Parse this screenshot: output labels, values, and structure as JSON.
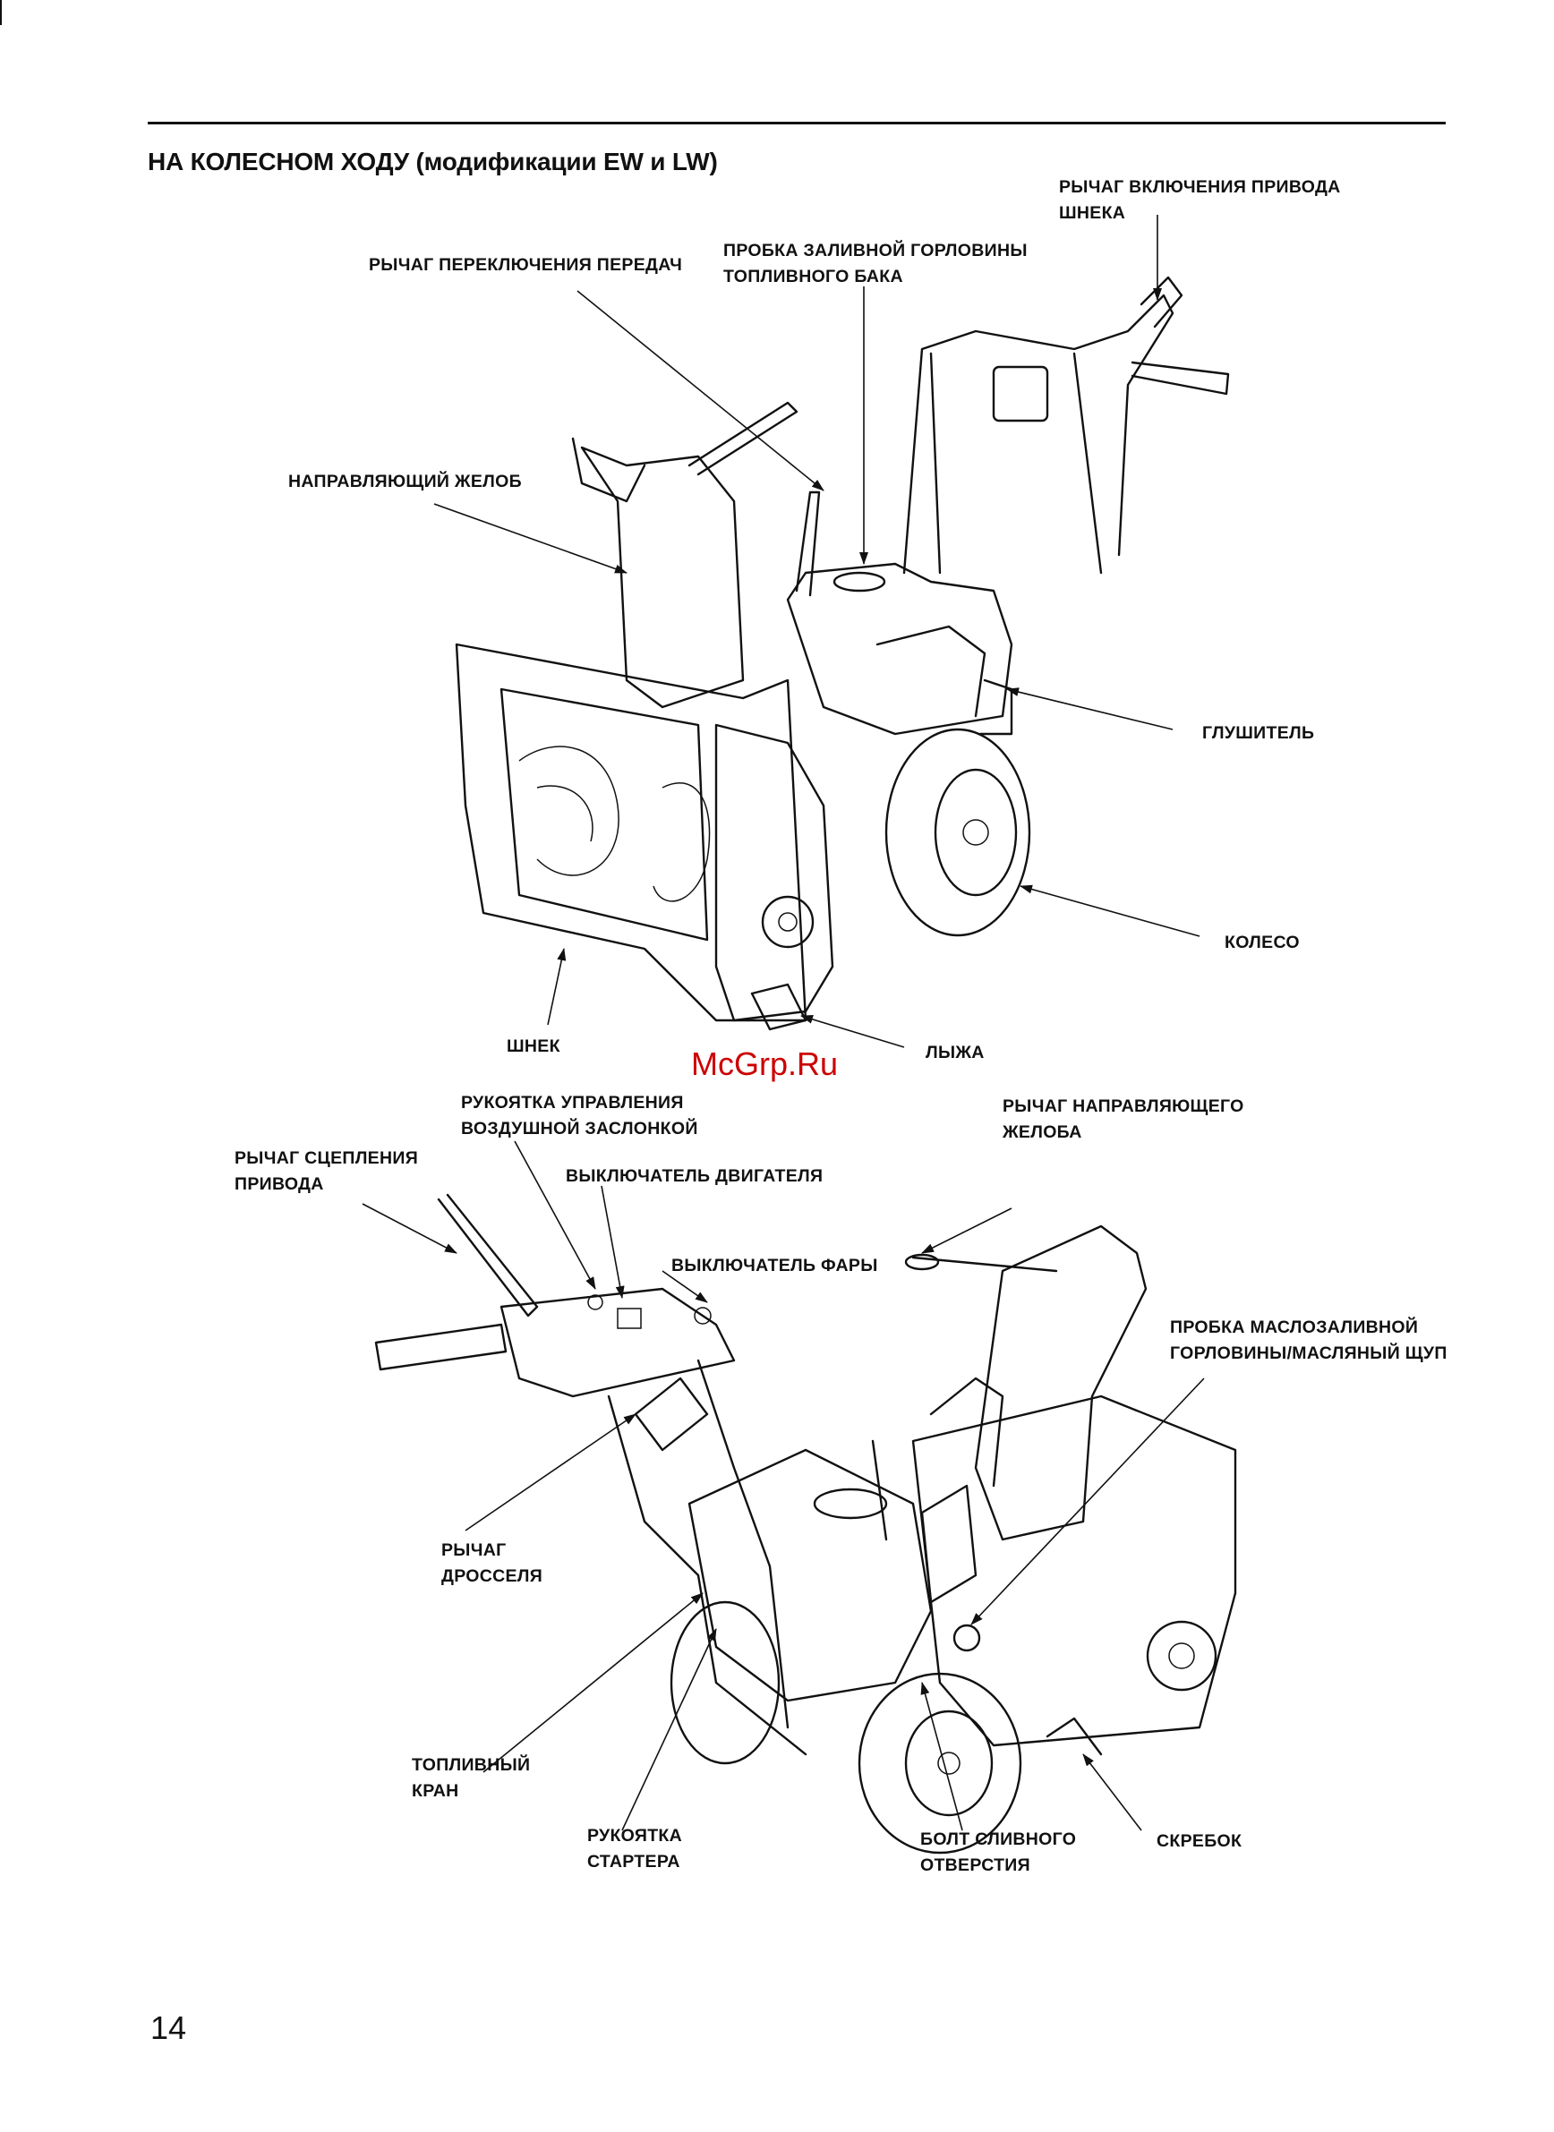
{
  "header": {
    "title": "НА КОЛЕСНОМ ХОДУ (модификации EW и LW)"
  },
  "figure_top": {
    "labels": {
      "auger_clutch_lever": "РЫЧАГ ВКЛЮЧЕНИЯ ПРИВОДА\nШНЕКА",
      "shift_lever": "РЫЧАГ ПЕРЕКЛЮЧЕНИЯ ПЕРЕДАЧ",
      "fuel_cap": "ПРОБКА ЗАЛИВНОЙ ГОРЛОВИНЫ\nТОПЛИВНОГО БАКА",
      "chute": "НАПРАВЛЯЮЩИЙ ЖЕЛОБ",
      "muffler": "ГЛУШИТЕЛЬ",
      "wheel": "КОЛЕСО",
      "auger": "ШНЕК",
      "skid": "ЛЫЖА"
    }
  },
  "figure_bottom": {
    "labels": {
      "choke_knob": "РУКОЯТКА УПРАВЛЕНИЯ\nВОЗДУШНОЙ ЗАСЛОНКОЙ",
      "drive_clutch_lever": "РЫЧАГ СЦЕПЛЕНИЯ\nПРИВОДА",
      "engine_switch": "ВЫКЛЮЧАТЕЛЬ ДВИГАТЕЛЯ",
      "chute_lever": "РЫЧАГ НАПРАВЛЯЮЩЕГО\nЖЕЛОБА",
      "headlight_switch": "ВЫКЛЮЧАТЕЛЬ ФАРЫ",
      "oil_cap": "ПРОБКА МАСЛОЗАЛИВНОЙ\nГОРЛОВИНЫ/МАСЛЯНЫЙ ЩУП",
      "throttle_lever": "РЫЧАГ\nДРОССЕЛЯ",
      "fuel_valve": "ТОПЛИВНЫЙ\nКРАН",
      "starter_grip": "РУКОЯТКА\nСТАРТЕРА",
      "drain_bolt": "БОЛТ СЛИВНОГО\nОТВЕРСТИЯ",
      "scraper": "СКРЕБОК"
    }
  },
  "watermark": "McGrp.Ru",
  "page_number": "14"
}
